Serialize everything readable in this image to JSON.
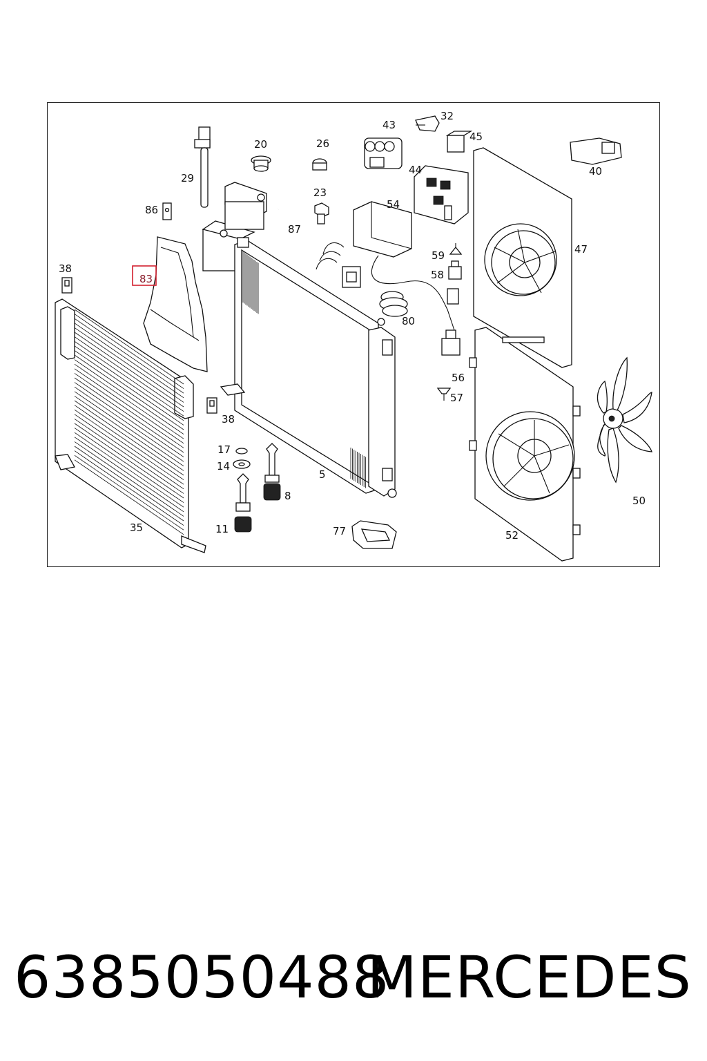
{
  "diagram": {
    "highlighted_label": "83",
    "labels": [
      "29",
      "86",
      "20",
      "26",
      "23",
      "87",
      "43",
      "32",
      "45",
      "44",
      "54",
      "40",
      "47",
      "59",
      "58",
      "38",
      "83",
      "80",
      "56",
      "57",
      "38",
      "17",
      "14",
      "8",
      "11",
      "5",
      "77",
      "35",
      "52",
      "50"
    ]
  },
  "footer": {
    "part_number": "6385050488",
    "brand": "MERCEDES"
  }
}
